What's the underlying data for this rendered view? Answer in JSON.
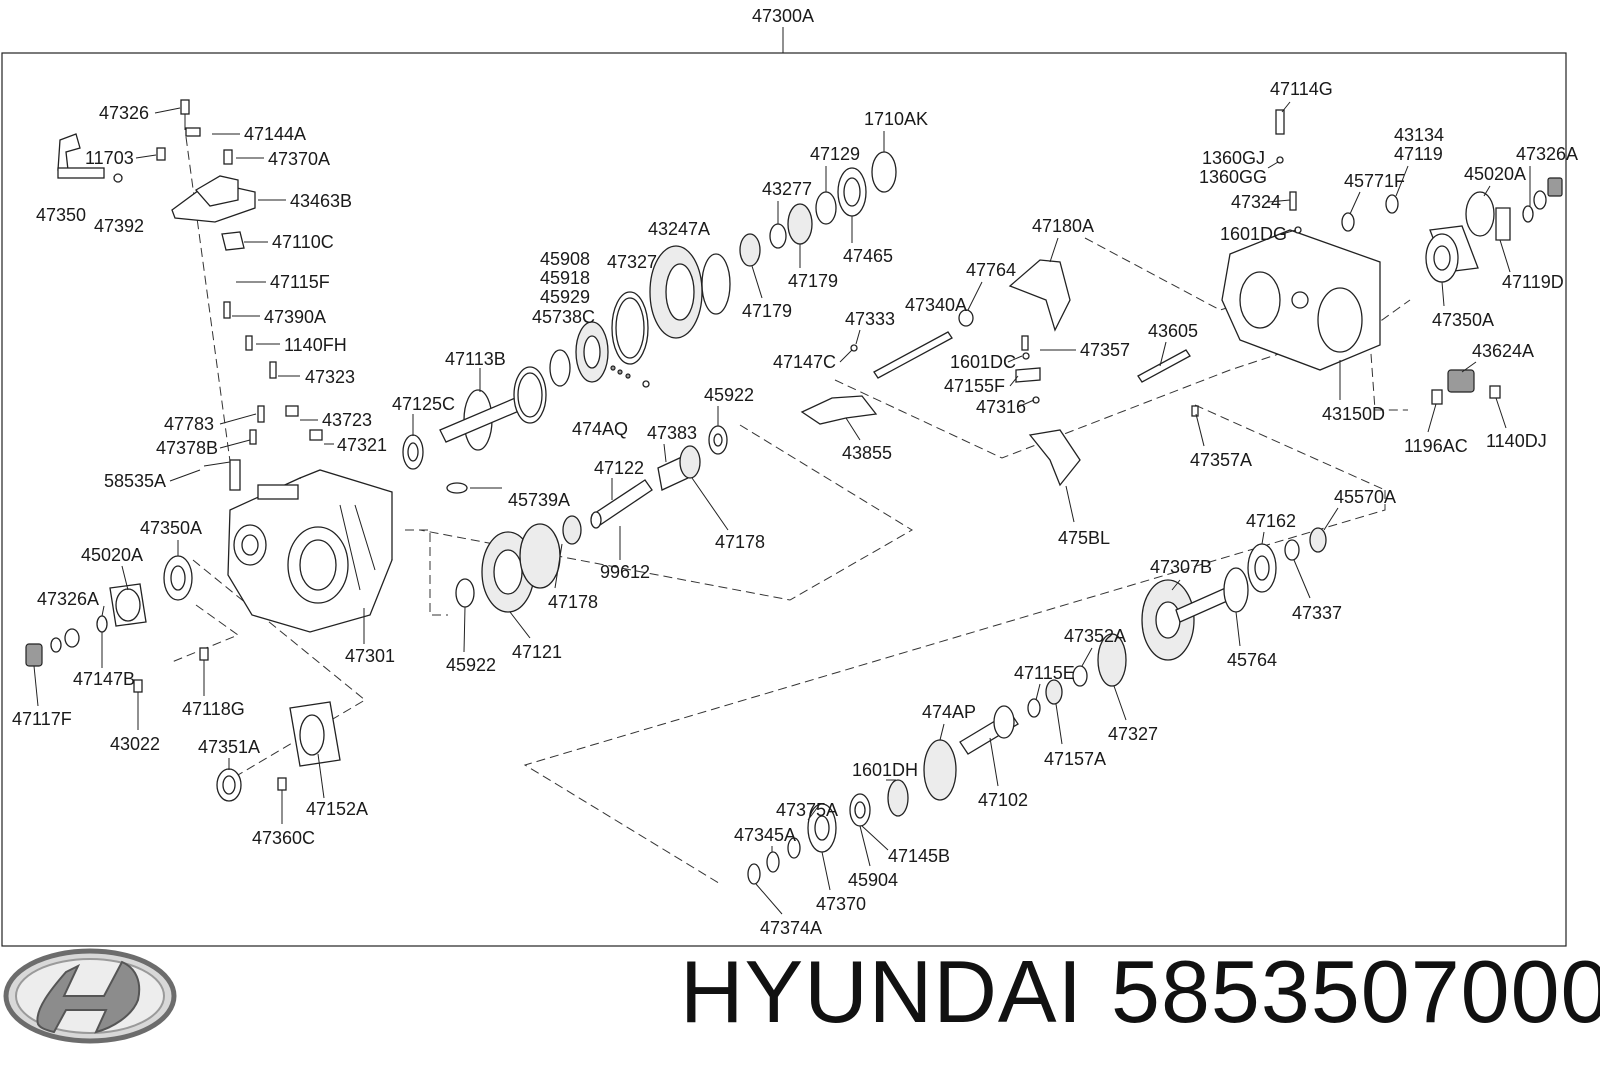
{
  "assembly_number": "47300A",
  "brand": "HYUNDAI",
  "part_number": "5853507000",
  "logo_icon": "hyundai-logo-icon",
  "part_labels": [
    "47326",
    "47144A",
    "11703",
    "47370A",
    "47350",
    "47392",
    "43463B",
    "47110C",
    "47115F",
    "47390A",
    "1140FH",
    "47323",
    "47783",
    "43723",
    "47378B",
    "47321",
    "58535A",
    "47350A",
    "45020A",
    "47326A",
    "47147B",
    "47117F",
    "43022",
    "47118G",
    "47301",
    "47351A",
    "47152A",
    "47360C",
    "47113B",
    "47125C",
    "45908",
    "45918",
    "45929",
    "45738C",
    "47327",
    "43247A",
    "474AQ",
    "45739A",
    "99612",
    "47178",
    "47121",
    "45922",
    "47122",
    "47383",
    "45922",
    "47178",
    "43277",
    "47129",
    "1710AK",
    "47179",
    "47465",
    "47179",
    "47333",
    "47340A",
    "47147C",
    "43855",
    "47764",
    "47180A",
    "1601DC",
    "47357",
    "47155F",
    "47316",
    "475BL",
    "43605",
    "47357A",
    "47114G",
    "1360GJ",
    "1360GG",
    "47324",
    "1601DG",
    "43134",
    "47119",
    "47326A",
    "45771F",
    "45020A",
    "47119D",
    "47350A",
    "43150D",
    "43624A",
    "1196AC",
    "1140DJ",
    "47162",
    "45570A",
    "47307B",
    "47337",
    "45764",
    "47352A",
    "47115E",
    "47327",
    "474AP",
    "47157A",
    "1601DH",
    "47102",
    "47375A",
    "47345A",
    "47145B",
    "45904",
    "47370",
    "47374A"
  ]
}
